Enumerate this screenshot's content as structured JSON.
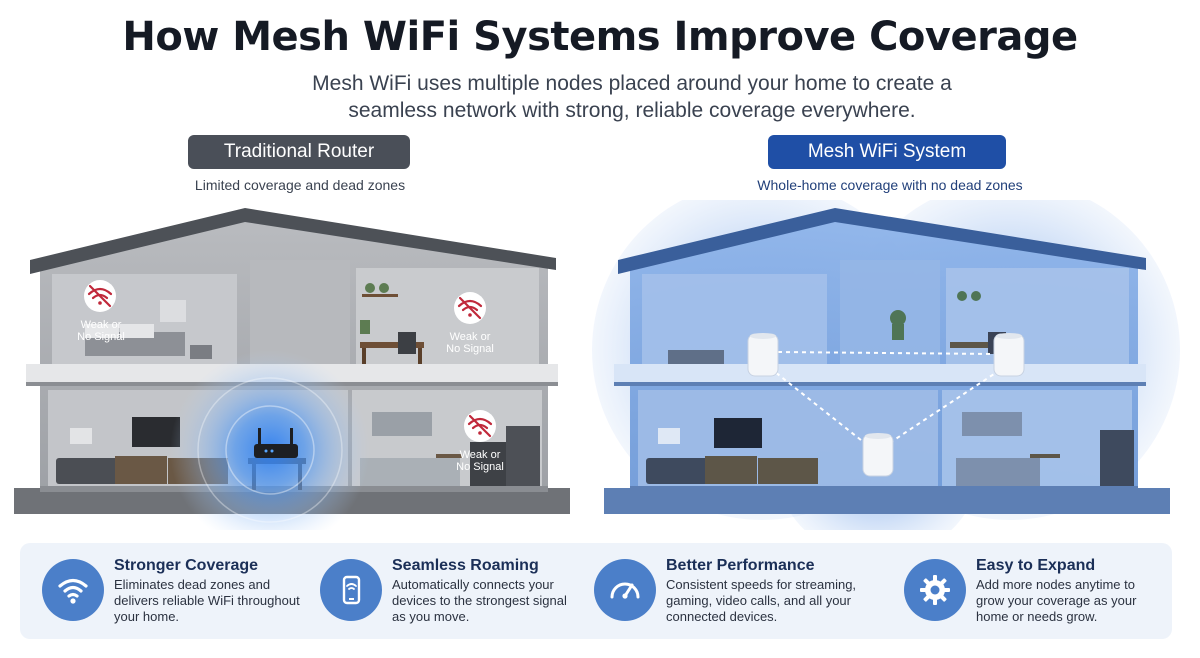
{
  "header": {
    "title": "How Mesh WiFi Systems Improve Coverage",
    "subtitle_line1": "Mesh WiFi uses multiple nodes placed around your home to create a",
    "subtitle_line2": "seamless network with strong, reliable coverage everywhere."
  },
  "left_panel": {
    "label": "Traditional Router",
    "caption": "Limited coverage and dead zones",
    "weak_label_1": "Weak or",
    "weak_label_2": "No Signal"
  },
  "right_panel": {
    "label": "Mesh WiFi System",
    "caption": "Whole-home coverage with no dead zones"
  },
  "features": [
    {
      "title": "Stronger Coverage",
      "desc": "Eliminates dead zones and delivers reliable WiFi throughout your home.",
      "icon": "wifi-icon"
    },
    {
      "title": "Seamless Roaming",
      "desc": "Automatically connects your devices to the strongest signal as you move.",
      "icon": "phone-icon"
    },
    {
      "title": "Better Performance",
      "desc": "Consistent speeds for streaming, gaming, video calls, and all your connected devices.",
      "icon": "speedometer-icon"
    },
    {
      "title": "Easy to Expand",
      "desc": "Add more nodes anytime to grow your coverage as your home or needs grow.",
      "icon": "gear-icon"
    }
  ],
  "colors": {
    "accent": "#1f4fa6",
    "feature_icon_bg": "#4b7fc9",
    "dead_zone": "#c0283a",
    "house_gray": "#8a8d93",
    "mesh_blue": "#6d9be0"
  }
}
